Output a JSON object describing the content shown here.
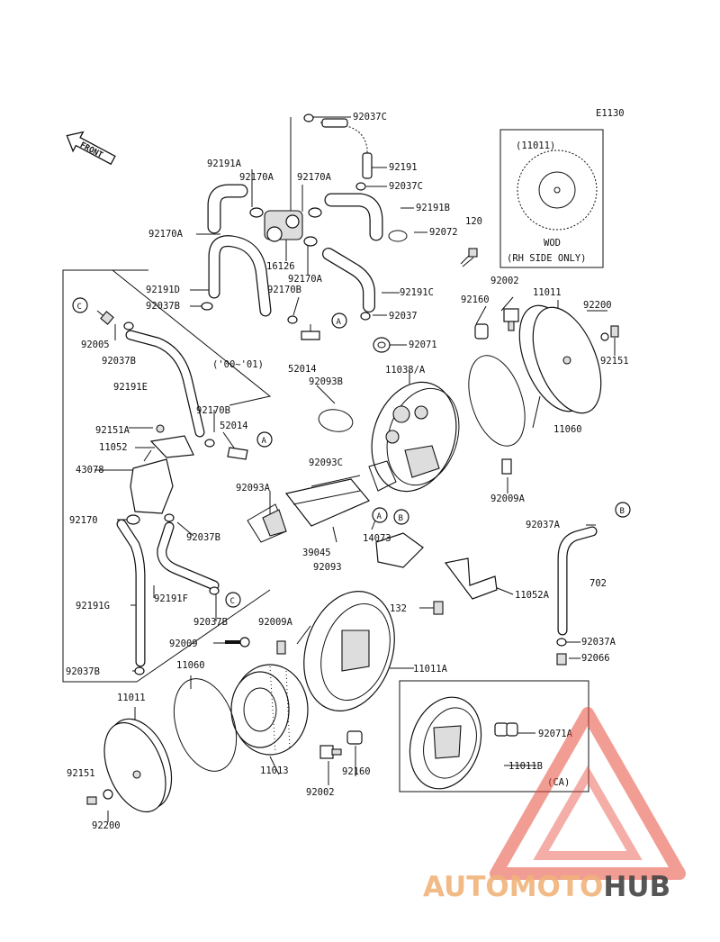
{
  "diagram_code": "E1130",
  "front_label": "FRONT",
  "inset_wod": {
    "part": "(11011)",
    "caption_line1": "WOD",
    "caption_line2": "(RH SIDE ONLY)"
  },
  "inset_ca": {
    "caption": "(CA)"
  },
  "callouts": {
    "a": "A",
    "b": "B",
    "c": "C"
  },
  "labels": [
    {
      "id": "92037C_top",
      "text": "92037C"
    },
    {
      "id": "92191",
      "text": "92191"
    },
    {
      "id": "92037C_mid",
      "text": "92037C"
    },
    {
      "id": "92191A",
      "text": "92191A"
    },
    {
      "id": "92170A_1",
      "text": "92170A"
    },
    {
      "id": "92170A_2",
      "text": "92170A"
    },
    {
      "id": "92191B",
      "text": "92191B"
    },
    {
      "id": "120",
      "text": "120"
    },
    {
      "id": "92170A_3",
      "text": "92170A"
    },
    {
      "id": "92072",
      "text": "92072"
    },
    {
      "id": "16126",
      "text": "16126"
    },
    {
      "id": "92170A_4",
      "text": "92170A"
    },
    {
      "id": "92002_top",
      "text": "92002"
    },
    {
      "id": "92191D",
      "text": "92191D"
    },
    {
      "id": "92170B_1",
      "text": "92170B"
    },
    {
      "id": "92191C",
      "text": "92191C"
    },
    {
      "id": "11011_top",
      "text": "11011"
    },
    {
      "id": "92160_top",
      "text": "92160"
    },
    {
      "id": "92200_top",
      "text": "92200"
    },
    {
      "id": "92037B_1",
      "text": "92037B"
    },
    {
      "id": "92037",
      "text": "92037"
    },
    {
      "id": "92005",
      "text": "92005"
    },
    {
      "id": "92071",
      "text": "92071"
    },
    {
      "id": "92037B_2",
      "text": "92037B"
    },
    {
      "id": "52014_1",
      "text": "52014"
    },
    {
      "id": "yr",
      "text": "('00~'01)"
    },
    {
      "id": "11038A",
      "text": "11038/A"
    },
    {
      "id": "92151_top",
      "text": "92151"
    },
    {
      "id": "92093B",
      "text": "92093B"
    },
    {
      "id": "92191E",
      "text": "92191E"
    },
    {
      "id": "92170B_2",
      "text": "92170B"
    },
    {
      "id": "52014_2",
      "text": "52014"
    },
    {
      "id": "11060_top",
      "text": "11060"
    },
    {
      "id": "92151A",
      "text": "92151A"
    },
    {
      "id": "11052",
      "text": "11052"
    },
    {
      "id": "92093C",
      "text": "92093C"
    },
    {
      "id": "43078",
      "text": "43078"
    },
    {
      "id": "92093A",
      "text": "92093A"
    },
    {
      "id": "92009A_top",
      "text": "92009A"
    },
    {
      "id": "92170",
      "text": "92170"
    },
    {
      "id": "92037A_1",
      "text": "92037A"
    },
    {
      "id": "14073",
      "text": "14073"
    },
    {
      "id": "92037B_3",
      "text": "92037B"
    },
    {
      "id": "39045",
      "text": "39045"
    },
    {
      "id": "92093",
      "text": "92093"
    },
    {
      "id": "702",
      "text": "702"
    },
    {
      "id": "11052A",
      "text": "11052A"
    },
    {
      "id": "92191F",
      "text": "92191F"
    },
    {
      "id": "92191G",
      "text": "92191G"
    },
    {
      "id": "132",
      "text": "132"
    },
    {
      "id": "92037B_4",
      "text": "92037B"
    },
    {
      "id": "92009A_2",
      "text": "92009A"
    },
    {
      "id": "92009",
      "text": "92009"
    },
    {
      "id": "92037A_2",
      "text": "92037A"
    },
    {
      "id": "92066",
      "text": "92066"
    },
    {
      "id": "11011A",
      "text": "11011A"
    },
    {
      "id": "92037B_5",
      "text": "92037B"
    },
    {
      "id": "11060_bot",
      "text": "11060"
    },
    {
      "id": "11011_bot",
      "text": "11011"
    },
    {
      "id": "92071A",
      "text": "92071A"
    },
    {
      "id": "11013",
      "text": "11013"
    },
    {
      "id": "92160_bot",
      "text": "92160"
    },
    {
      "id": "11011B",
      "text": "11011B"
    },
    {
      "id": "92151_bot",
      "text": "92151"
    },
    {
      "id": "92002_bot",
      "text": "92002"
    },
    {
      "id": "92200_bot",
      "text": "92200"
    }
  ],
  "watermark": {
    "part1": "AUTOMOTO",
    "part2": "HUB",
    "color1": "#f0b27a",
    "color2": "#444444",
    "triangle_color": "#e74c3c"
  }
}
